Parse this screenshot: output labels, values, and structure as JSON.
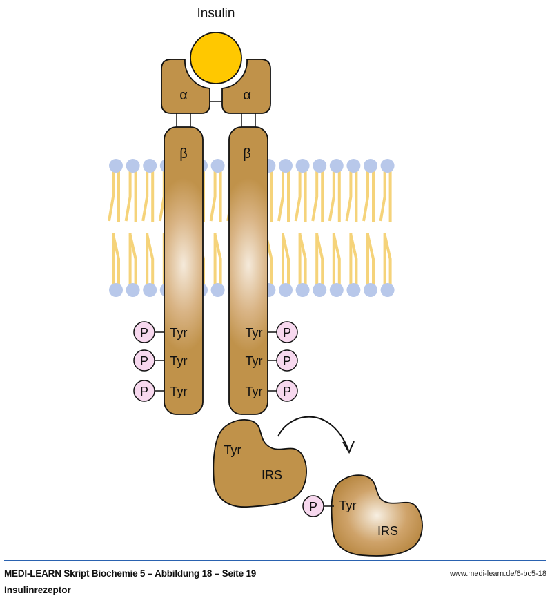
{
  "figure": {
    "insulin_label": "Insulin",
    "alpha_label": "α",
    "beta_label": "β",
    "tyr_label": "Tyr",
    "phosphate_label": "P",
    "irs_label": "IRS",
    "left_chain_tyr_sites": 3,
    "right_chain_tyr_sites": 3,
    "lipid_heads_per_leaflet": 17
  },
  "colors": {
    "insulin": "#ffc800",
    "protein": "#c0924a",
    "protein_highlight": "#f5eadb",
    "phosphate": "#f7d8ee",
    "lipid_head": "#b8c8ea",
    "lipid_tail": "#f5d37a",
    "rule": "#2a62b0"
  },
  "footer": {
    "title": "MEDI-LEARN Skript Biochemie 5 – Abbildung 18 – Seite 19",
    "url": "www.medi-learn.de/6-bc5-18",
    "subtitle": "Insulinrezeptor"
  }
}
